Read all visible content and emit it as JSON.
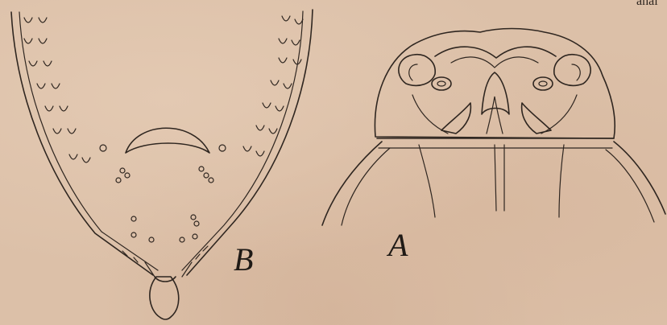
{
  "figures": [
    {
      "id": "B",
      "label": "B"
    },
    {
      "id": "A",
      "label": "A"
    }
  ],
  "top_edge_text": "anal",
  "colors": {
    "paper": "#dcc0a8",
    "ink": "#2f2620"
  }
}
